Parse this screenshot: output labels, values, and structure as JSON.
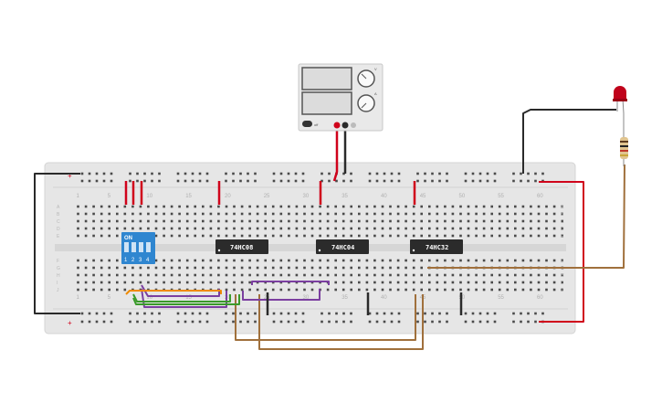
{
  "breadboard": {
    "column_numbers": [
      "1",
      "5",
      "10",
      "15",
      "20",
      "25",
      "30",
      "35",
      "40",
      "45",
      "50",
      "55",
      "60"
    ],
    "row_letters_top": [
      "A",
      "B",
      "C",
      "D",
      "E"
    ],
    "row_letters_bottom": [
      "F",
      "G",
      "H",
      "I",
      "J"
    ],
    "rail_plus": "+",
    "rail_minus": "−"
  },
  "chips": [
    {
      "label": "74HC08"
    },
    {
      "label": "74HC04"
    },
    {
      "label": "74HC32"
    }
  ],
  "dip_switch": {
    "on_label": "ON",
    "numbers": [
      "1",
      "2",
      "3",
      "4"
    ]
  },
  "power_supply": {
    "off_label": "off",
    "readout_1_unit": "V",
    "readout_2_unit": "A"
  },
  "components": {
    "led_color": "red",
    "resistor": "resistor"
  },
  "colors": {
    "board": "#e4e4e4",
    "chip": "#2b2b2b",
    "dip": "#2f86d0",
    "wire_red": "#d0021b",
    "wire_black": "#2a2a2a",
    "wire_brown": "#a0703c",
    "wire_purple": "#7b3fa0",
    "wire_orange": "#f08a00",
    "wire_green": "#3a9a2a"
  }
}
